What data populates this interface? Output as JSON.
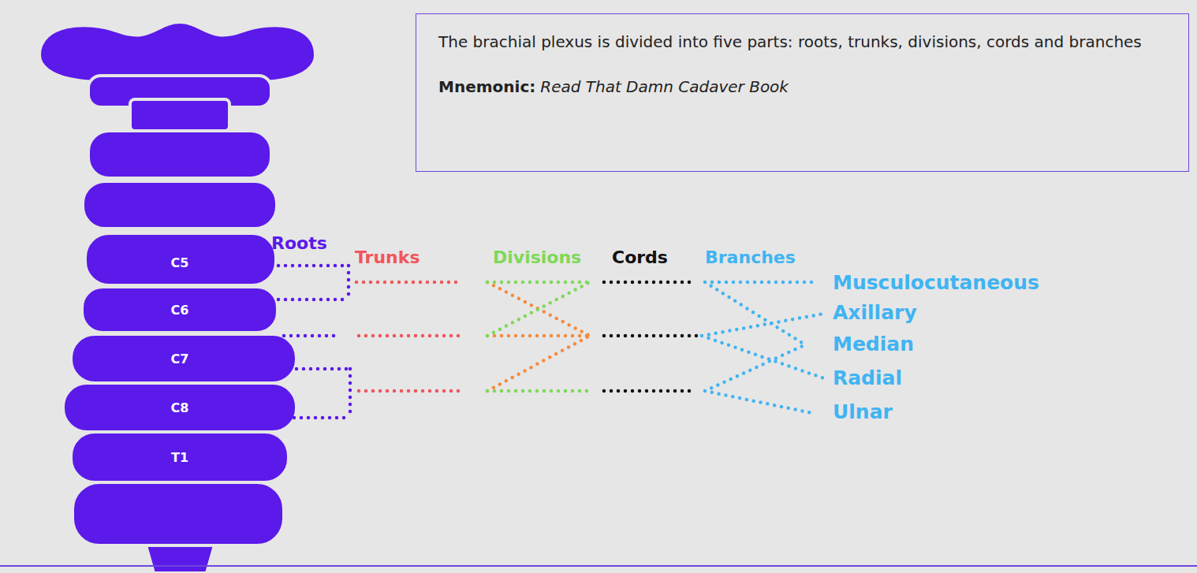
{
  "diagram": {
    "nodes": [
      {
        "text": [
          "The brachial plexus is divided into five parts: roots, trunks, divisions, cords and branches",
          "Mnemonic:",
          "Read That Damn Cadaver Book"
        ]
      }
    ],
    "labels": [
      "C5",
      "C6",
      "C7",
      "C8",
      "T1",
      "Roots",
      "Trunks",
      "Divisions",
      "Cords",
      "Branches",
      "Musculocutaneous",
      "Axillary",
      "Median",
      "Radial",
      "Ulnar"
    ]
  }
}
